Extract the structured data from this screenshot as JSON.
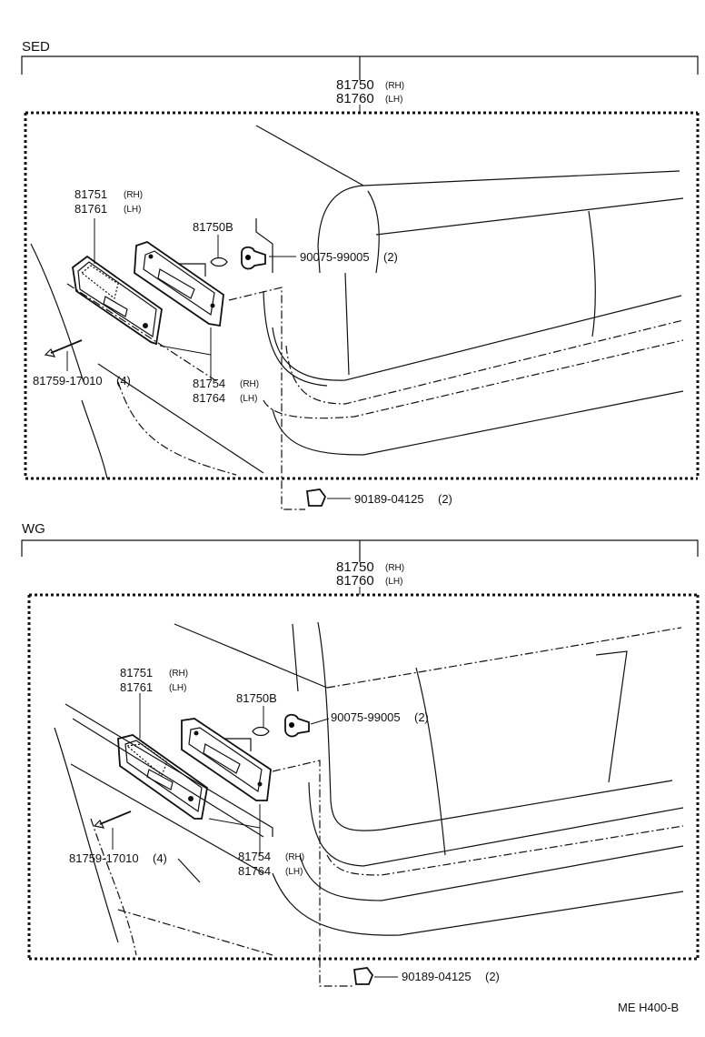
{
  "sections": [
    {
      "name": "SED",
      "assembly": {
        "part": "81750",
        "part_tag": "(RH)",
        "part_alt": "81760",
        "part_alt_tag": "(LH)"
      },
      "lens": {
        "part": "81751",
        "part_tag": "(RH)",
        "part_alt": "81761",
        "part_alt_tag": "(LH)"
      },
      "bulb": {
        "part": "81750B"
      },
      "socket": {
        "part": "90075-99005",
        "qty": "(2)"
      },
      "gasket": {
        "part": "81754",
        "part_tag": "(RH)",
        "part_alt": "81764",
        "part_alt_tag": "(LH)"
      },
      "screw": {
        "part": "81759-17010",
        "qty": "(4)"
      },
      "nut": {
        "part": "90189-04125",
        "qty": "(2)"
      }
    },
    {
      "name": "WG",
      "assembly": {
        "part": "81750",
        "part_tag": "(RH)",
        "part_alt": "81760",
        "part_alt_tag": "(LH)"
      },
      "lens": {
        "part": "81751",
        "part_tag": "(RH)",
        "part_alt": "81761",
        "part_alt_tag": "(LH)"
      },
      "bulb": {
        "part": "81750B"
      },
      "socket": {
        "part": "90075-99005",
        "qty": "(2)"
      },
      "gasket": {
        "part": "81754",
        "part_tag": "(RH)",
        "part_alt": "81764",
        "part_alt_tag": "(LH)"
      },
      "screw": {
        "part": "81759-17010",
        "qty": "(4)"
      },
      "nut": {
        "part": "90189-04125",
        "qty": "(2)"
      }
    }
  ],
  "footer": {
    "code": "ME  H400-B"
  }
}
